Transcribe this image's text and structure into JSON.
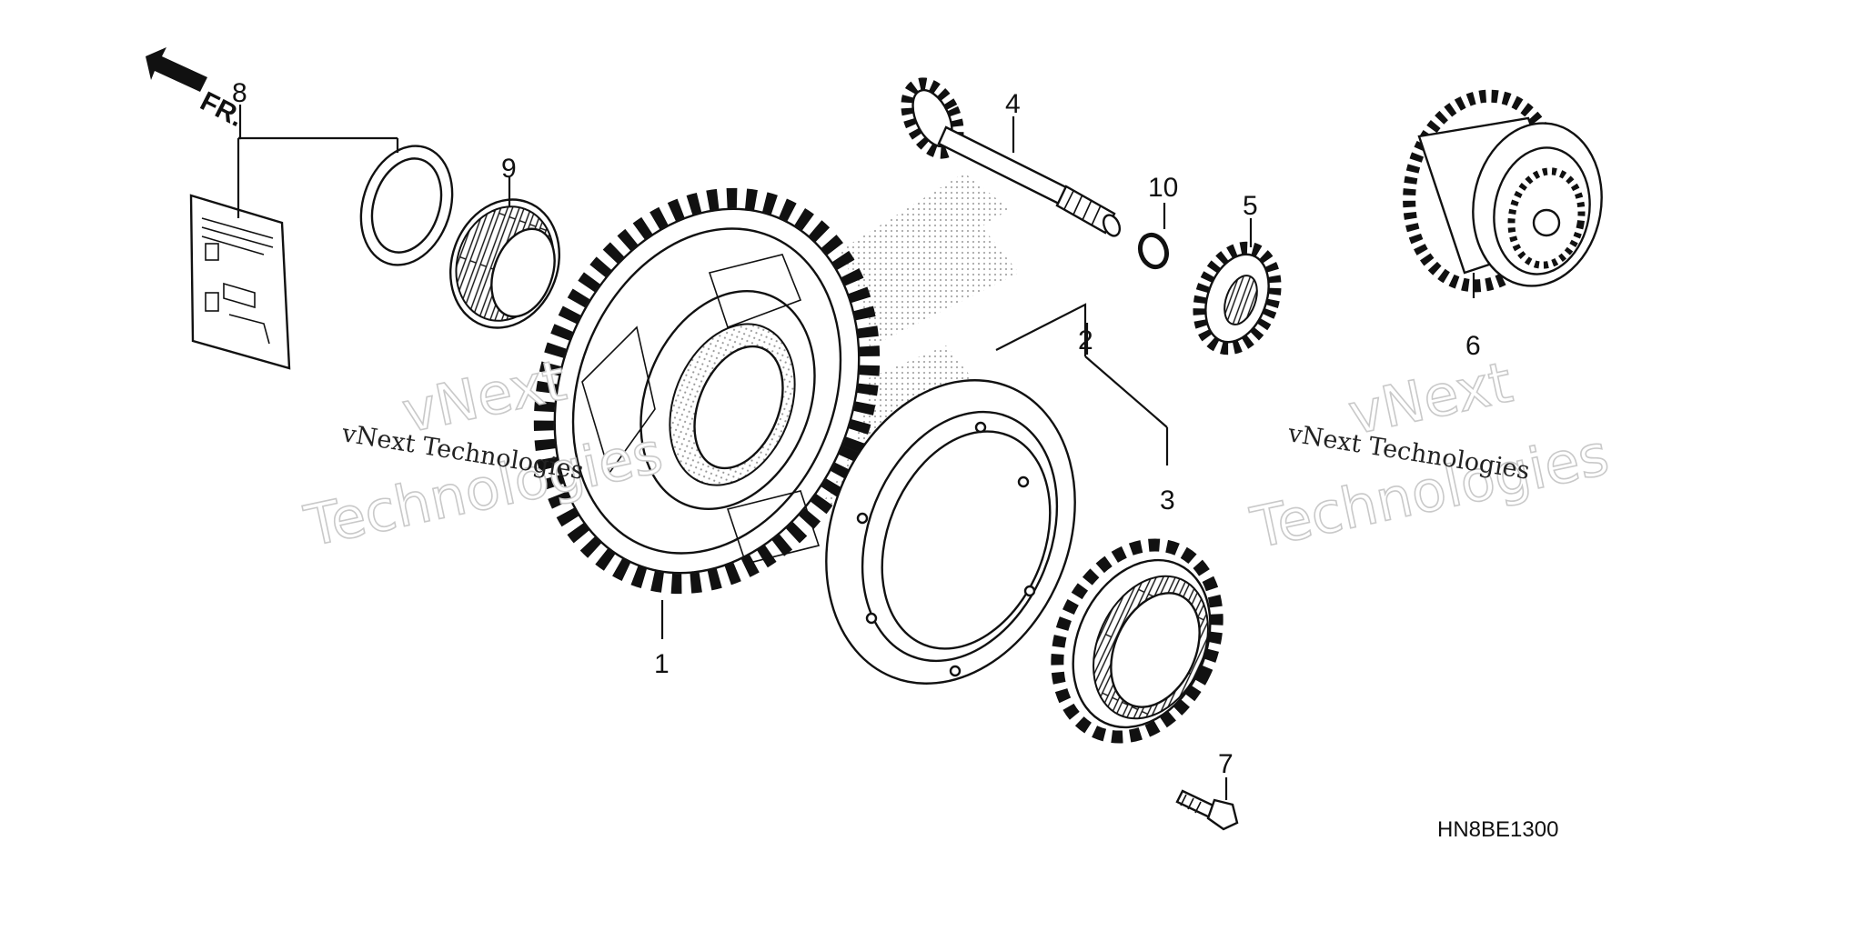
{
  "diagram": {
    "direction_label": "FR.",
    "diagram_code": "HN8BE1300",
    "watermark": {
      "line_small": "vNext Technologies",
      "line_big_top": "vNext",
      "line_big_bottom": "Technologies"
    },
    "parts": [
      {
        "id": "1",
        "label": "1"
      },
      {
        "id": "2",
        "label": "2"
      },
      {
        "id": "3",
        "label": "3"
      },
      {
        "id": "4",
        "label": "4"
      },
      {
        "id": "5",
        "label": "5"
      },
      {
        "id": "6",
        "label": "6"
      },
      {
        "id": "7",
        "label": "7"
      },
      {
        "id": "8",
        "label": "8"
      },
      {
        "id": "9",
        "label": "9"
      },
      {
        "id": "10",
        "label": "10"
      }
    ]
  }
}
